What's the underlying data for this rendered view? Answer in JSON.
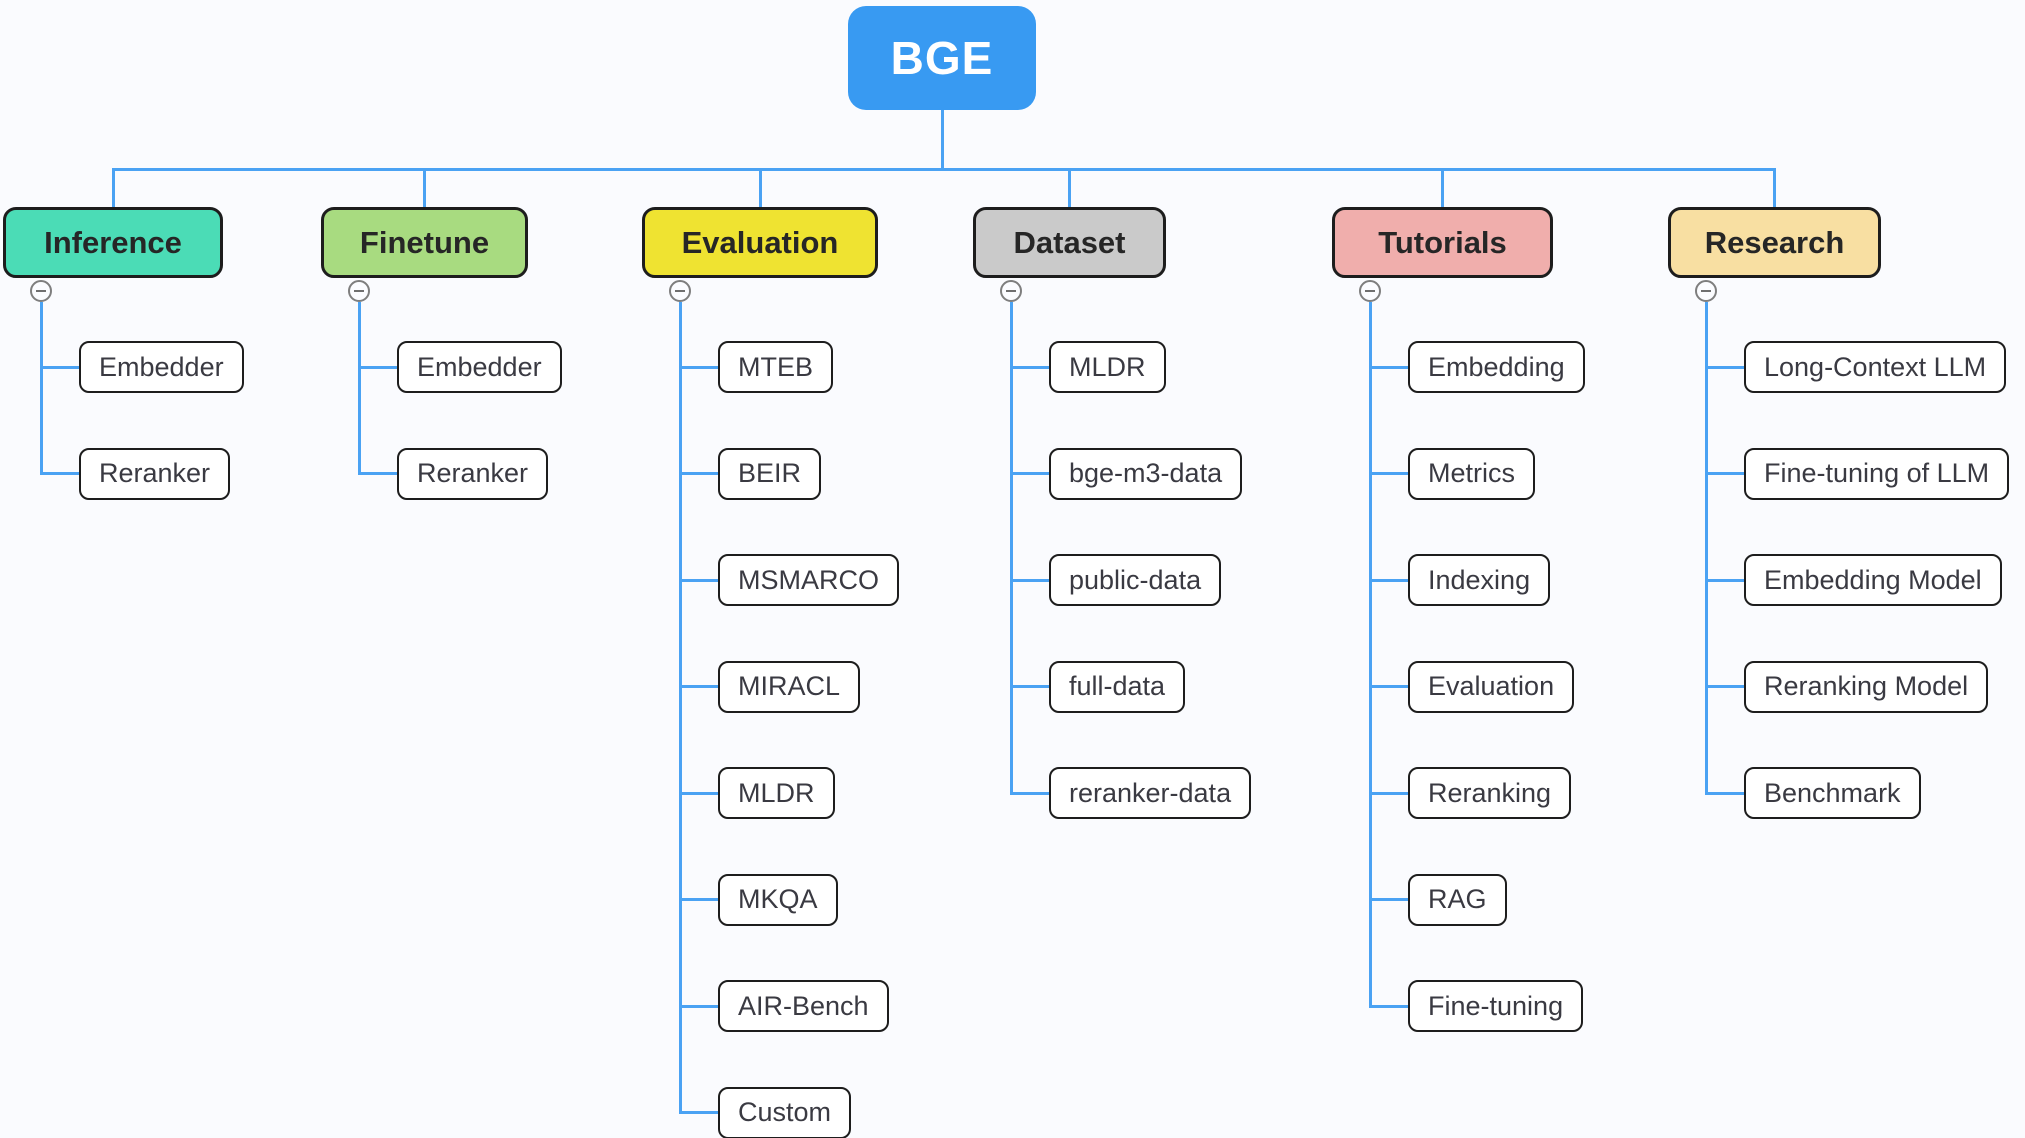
{
  "canvas": {
    "background": "#fafbfe"
  },
  "connectors": {
    "color": "#4aa2f3"
  },
  "root": {
    "label": "BGE",
    "fill": "#389af2",
    "text_color": "#ffffff"
  },
  "branches": [
    {
      "label": "Inference",
      "fill": "#4bdcb6",
      "children": [
        "Embedder",
        "Reranker"
      ]
    },
    {
      "label": "Finetune",
      "fill": "#a8db80",
      "children": [
        "Embedder",
        "Reranker"
      ]
    },
    {
      "label": "Evaluation",
      "fill": "#efe331",
      "children": [
        "MTEB",
        "BEIR",
        "MSMARCO",
        "MIRACL",
        "MLDR",
        "MKQA",
        "AIR-Bench",
        "Custom"
      ]
    },
    {
      "label": "Dataset",
      "fill": "#cacaca",
      "children": [
        "MLDR",
        "bge-m3-data",
        "public-data",
        "full-data",
        "reranker-data"
      ]
    },
    {
      "label": "Tutorials",
      "fill": "#f0aeac",
      "children": [
        "Embedding",
        "Metrics",
        "Indexing",
        "Evaluation",
        "Reranking",
        "RAG",
        "Fine-tuning"
      ]
    },
    {
      "label": "Research",
      "fill": "#f8dfa2",
      "children": [
        "Long-Context LLM",
        "Fine-tuning of LLM",
        "Embedding Model",
        "Reranking Model",
        "Benchmark"
      ]
    }
  ],
  "collapse_icon": {
    "name": "minus-circle-icon",
    "glyph": "−"
  }
}
